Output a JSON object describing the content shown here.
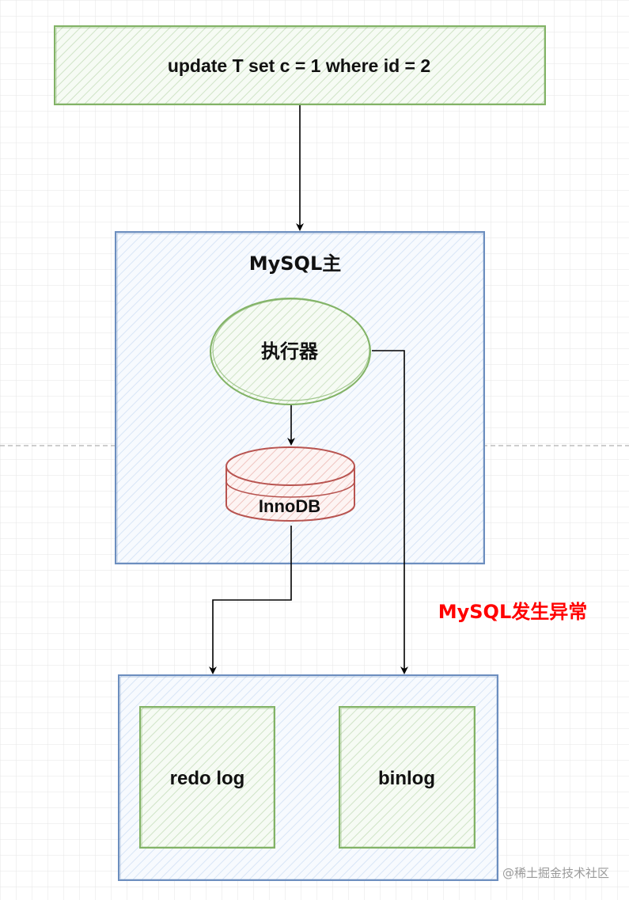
{
  "sql_statement": "update T set c = 1 where id = 2",
  "mysql_master": {
    "title": "MySQL主",
    "executor_label": "执行器",
    "storage_label": "InnoDB"
  },
  "failure_note": "MySQL发生异常",
  "logs": {
    "redo_label": "redo log",
    "binlog_label": "binlog"
  },
  "watermark": "@稀土掘金技术社区",
  "colors": {
    "green_stroke": "#82b366",
    "green_fill": "#d5e8d4",
    "blue_stroke": "#6c8ebf",
    "blue_fill": "#dae8fc",
    "red_stroke": "#b85450",
    "red_fill": "#f8cecc",
    "alert_text": "#ff0000",
    "grid": "#e4e4e4"
  }
}
